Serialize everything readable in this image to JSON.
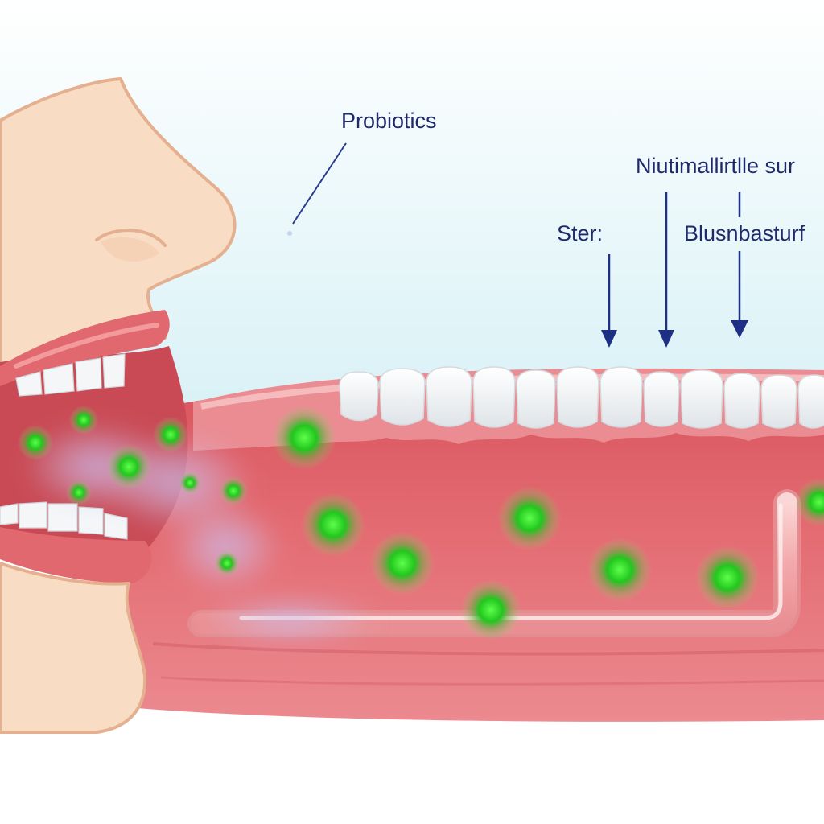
{
  "diagram": {
    "labels": {
      "probiotics": "Probiotics",
      "nutrient": "Niutimallirtlle sur",
      "ster": "Ster:",
      "blush": "Blusnbasturf"
    },
    "colors": {
      "label_text": "#1f2a6b",
      "arrow": "#1e2f86",
      "skin": "#f8dcc4",
      "skin_outline": "#e4b08f",
      "lip": "#e0686e",
      "gum": "#e7838a",
      "tissue": "#e26a72",
      "tooth": "#f7f8f9",
      "bacteria": "#2fd12f",
      "sky_top": "#ffffff",
      "sky_bottom": "#d8f1f6",
      "vapor": "#b9a9dd"
    },
    "icons": [
      "arrow-down-icon",
      "bacteria-dot-icon",
      "tooth-icon"
    ]
  }
}
